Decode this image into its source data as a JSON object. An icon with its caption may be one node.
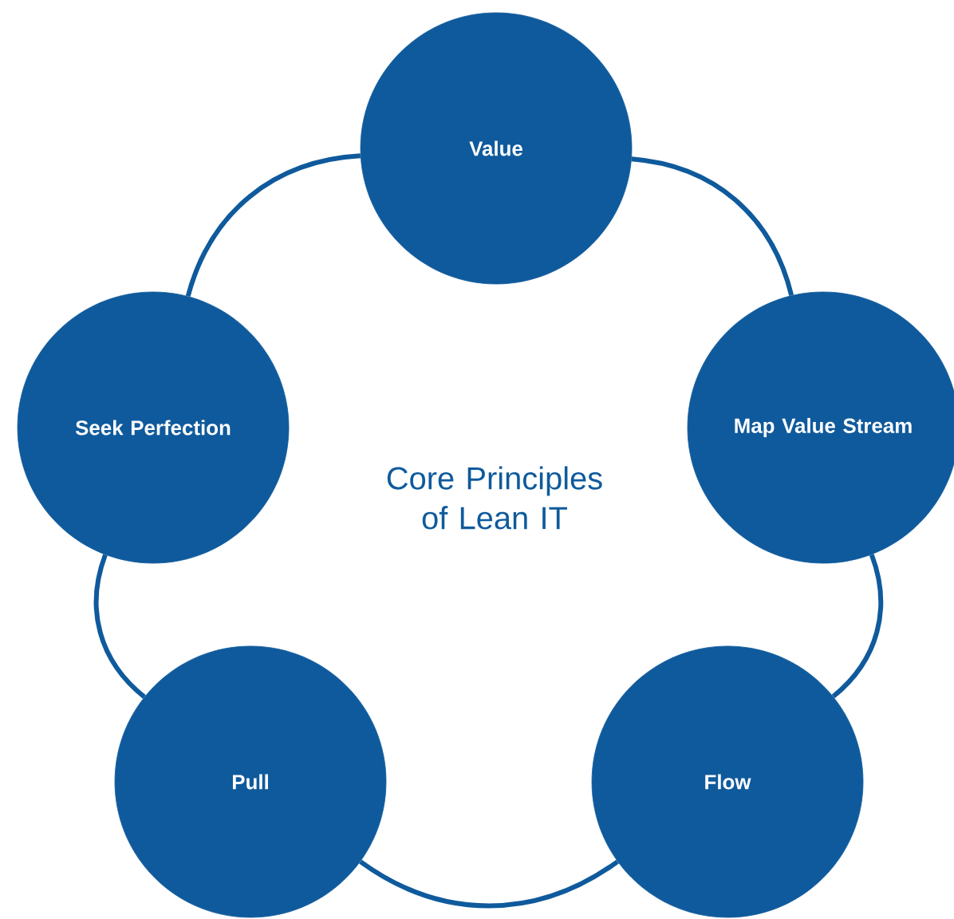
{
  "diagram": {
    "nodes": [
      {
        "text": [
          "Value"
        ]
      },
      {
        "text": [
          "Map Value Stream"
        ]
      },
      {
        "text": [
          "Flow"
        ]
      },
      {
        "text": [
          "Pull"
        ]
      },
      {
        "text": [
          "Seek Perfection"
        ]
      }
    ],
    "edges": [
      {
        "from": 0,
        "to": 1,
        "arrow": "none"
      },
      {
        "from": 1,
        "to": 2,
        "arrow": "none"
      },
      {
        "from": 2,
        "to": 3,
        "arrow": "none"
      },
      {
        "from": 3,
        "to": 4,
        "arrow": "none"
      },
      {
        "from": 4,
        "to": 0,
        "arrow": "none"
      }
    ],
    "labels": [
      "Core Principles of Lean IT"
    ]
  }
}
